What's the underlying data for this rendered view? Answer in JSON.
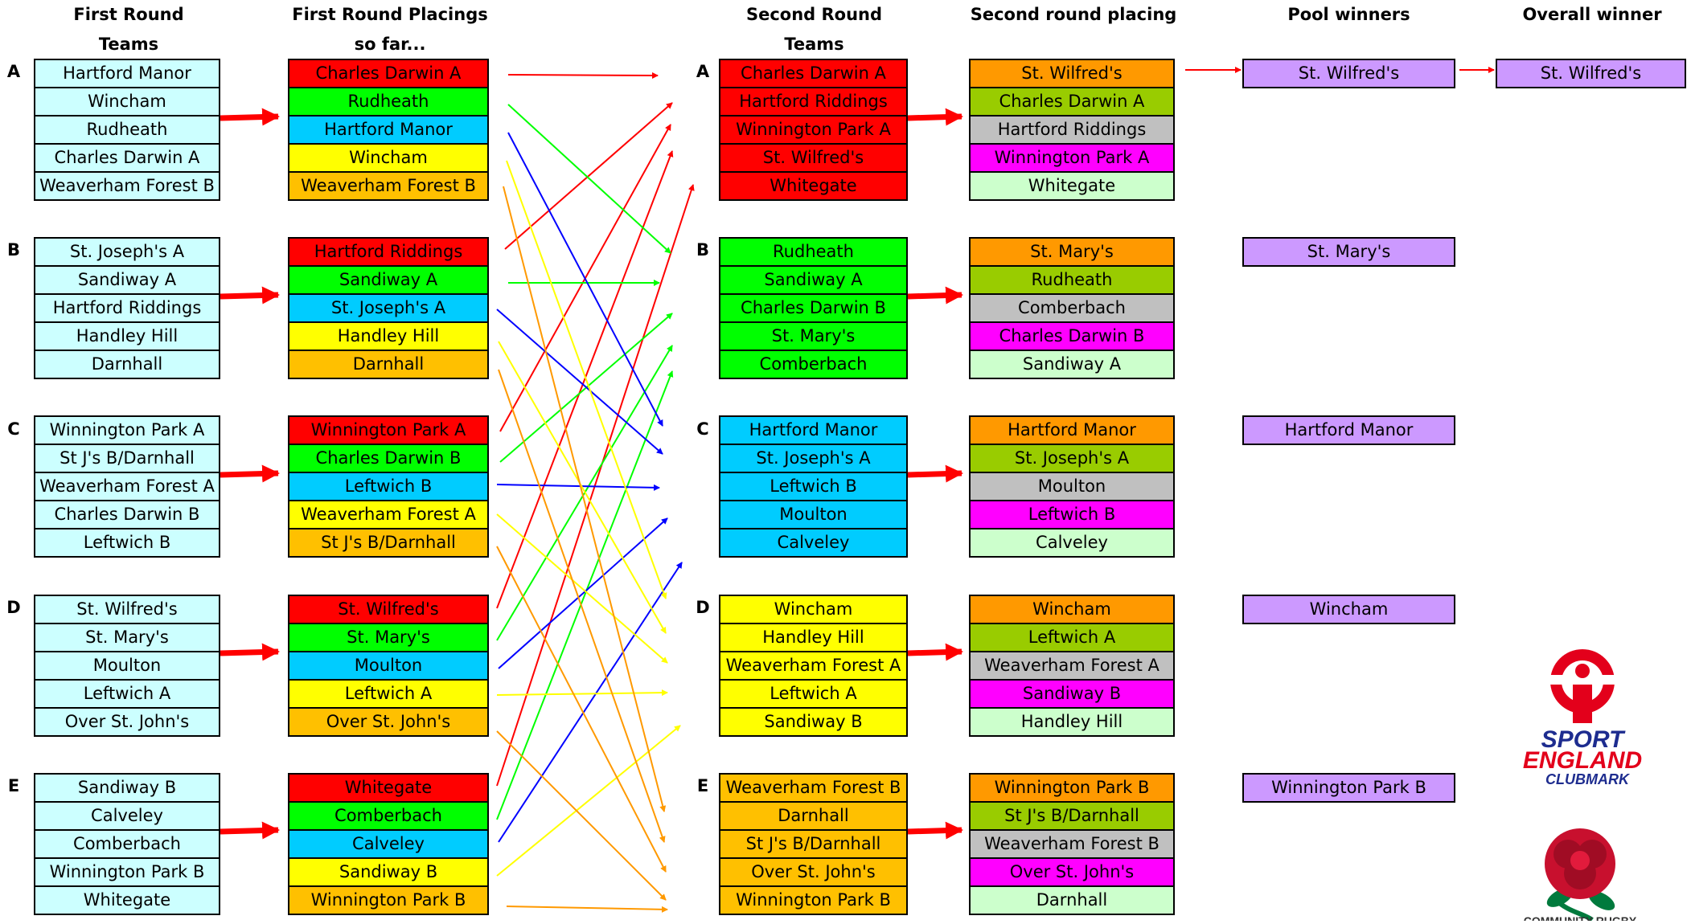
{
  "headers": {
    "first_round_teams": [
      "First Round",
      "Teams"
    ],
    "first_round_placings": [
      "First Round Placings",
      "so far..."
    ],
    "second_round_teams": [
      "Second Round",
      "Teams"
    ],
    "second_round_placing": "Second round placing",
    "pool_winners": "Pool winners",
    "overall_winner": "Overall winner"
  },
  "pool_letters": [
    "A",
    "B",
    "C",
    "D",
    "E"
  ],
  "colors": {
    "team_bg": "#ccffff",
    "red": "#ff0000",
    "green": "#00ff00",
    "blue": "#00ccff",
    "yellow": "#ffff00",
    "orange": "#ffc000",
    "placing_orange": "#ff9900",
    "placing_olive": "#99cc00",
    "placing_grey": "#c0c0c0",
    "placing_magenta": "#ff00ff",
    "placing_mint": "#ccffcc",
    "winner_bg": "#cc99ff"
  },
  "first_round_teams": [
    [
      "Hartford Manor",
      "Wincham",
      "Rudheath",
      "Charles Darwin A",
      "Weaverham Forest B"
    ],
    [
      "St. Joseph's A",
      "Sandiway A",
      "Hartford Riddings",
      "Handley Hill",
      "Darnhall"
    ],
    [
      "Winnington Park A",
      "St J's B/Darnhall",
      "Weaverham Forest A",
      "Charles Darwin B",
      "Leftwich B"
    ],
    [
      "St. Wilfred's",
      "St. Mary's",
      "Moulton",
      "Leftwich A",
      "Over St. John's"
    ],
    [
      "Sandiway B",
      "Calveley",
      "Comberbach",
      "Winnington Park B",
      "Whitegate"
    ]
  ],
  "first_round_placings": [
    [
      "Charles Darwin A",
      "Rudheath",
      "Hartford Manor",
      "Wincham",
      "Weaverham Forest B"
    ],
    [
      "Hartford Riddings",
      "Sandiway A",
      "St. Joseph's A",
      "Handley Hill",
      "Darnhall"
    ],
    [
      "Winnington Park A",
      "Charles Darwin B",
      "Leftwich B",
      "Weaverham Forest A",
      "St J's B/Darnhall"
    ],
    [
      "St. Wilfred's",
      "St. Mary's",
      "Moulton",
      "Leftwich A",
      "Over St. John's"
    ],
    [
      "Whitegate",
      "Comberbach",
      "Calveley",
      "Sandiway B",
      "Winnington Park B"
    ]
  ],
  "second_round_teams": [
    [
      "Charles Darwin A",
      "Hartford Riddings",
      "Winnington Park A",
      "St. Wilfred's",
      "Whitegate"
    ],
    [
      "Rudheath",
      "Sandiway A",
      "Charles Darwin B",
      "St. Mary's",
      "Comberbach"
    ],
    [
      "Hartford Manor",
      "St. Joseph's A",
      "Leftwich B",
      "Moulton",
      "Calveley"
    ],
    [
      "Wincham",
      "Handley Hill",
      "Weaverham Forest A",
      "Leftwich A",
      "Sandiway B"
    ],
    [
      "Weaverham Forest B",
      "Darnhall",
      "St J's B/Darnhall",
      "Over St. John's",
      "Winnington Park B"
    ]
  ],
  "second_round_placing": [
    [
      "St. Wilfred's",
      "Charles Darwin A",
      "Hartford Riddings",
      "Winnington Park A",
      "Whitegate"
    ],
    [
      "St. Mary's",
      "Rudheath",
      "Comberbach",
      "Charles Darwin B",
      "Sandiway A"
    ],
    [
      "Hartford Manor",
      "St. Joseph's A",
      "Moulton",
      "Leftwich B",
      "Calveley"
    ],
    [
      "Wincham",
      "Leftwich A",
      "Weaverham Forest A",
      "Sandiway B",
      "Handley Hill"
    ],
    [
      "Winnington Park B",
      "St J's B/Darnhall",
      "Weaverham Forest B",
      "Over St. John's",
      "Darnhall"
    ]
  ],
  "pool_winners": [
    "St. Wilfred's",
    "St. Mary's",
    "Hartford Manor",
    "Wincham",
    "Winnington Park B"
  ],
  "overall_winner": "St. Wilfred's",
  "logos": {
    "sport_england": [
      "SPORT",
      "ENGLAND",
      "CLUBMARK"
    ],
    "rose_caption": "COMMUNITY RUGBY"
  }
}
